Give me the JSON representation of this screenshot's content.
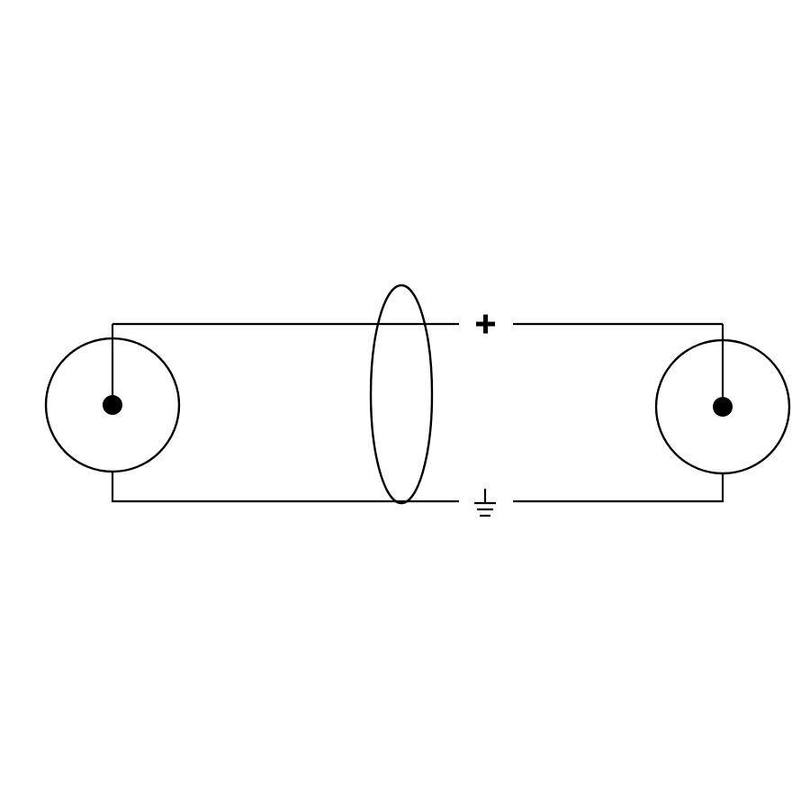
{
  "diagram": {
    "type": "cable-wiring-diagram",
    "ink_color": "#000000",
    "background_color": "#ffffff",
    "left_connector": {
      "shape": "circle",
      "pin": "center-pin",
      "wires": [
        "signal",
        "ground"
      ]
    },
    "right_connector": {
      "shape": "circle",
      "pin": "center-pin",
      "wires": [
        "signal",
        "ground"
      ]
    },
    "conductors": [
      {
        "id": "signal",
        "symbol": "+",
        "icon": "plus-icon"
      },
      {
        "id": "ground",
        "symbol": "⏚",
        "icon": "ground-icon"
      }
    ],
    "shield": {
      "shape": "ellipse",
      "icon": "cable-shield-ellipse"
    }
  }
}
